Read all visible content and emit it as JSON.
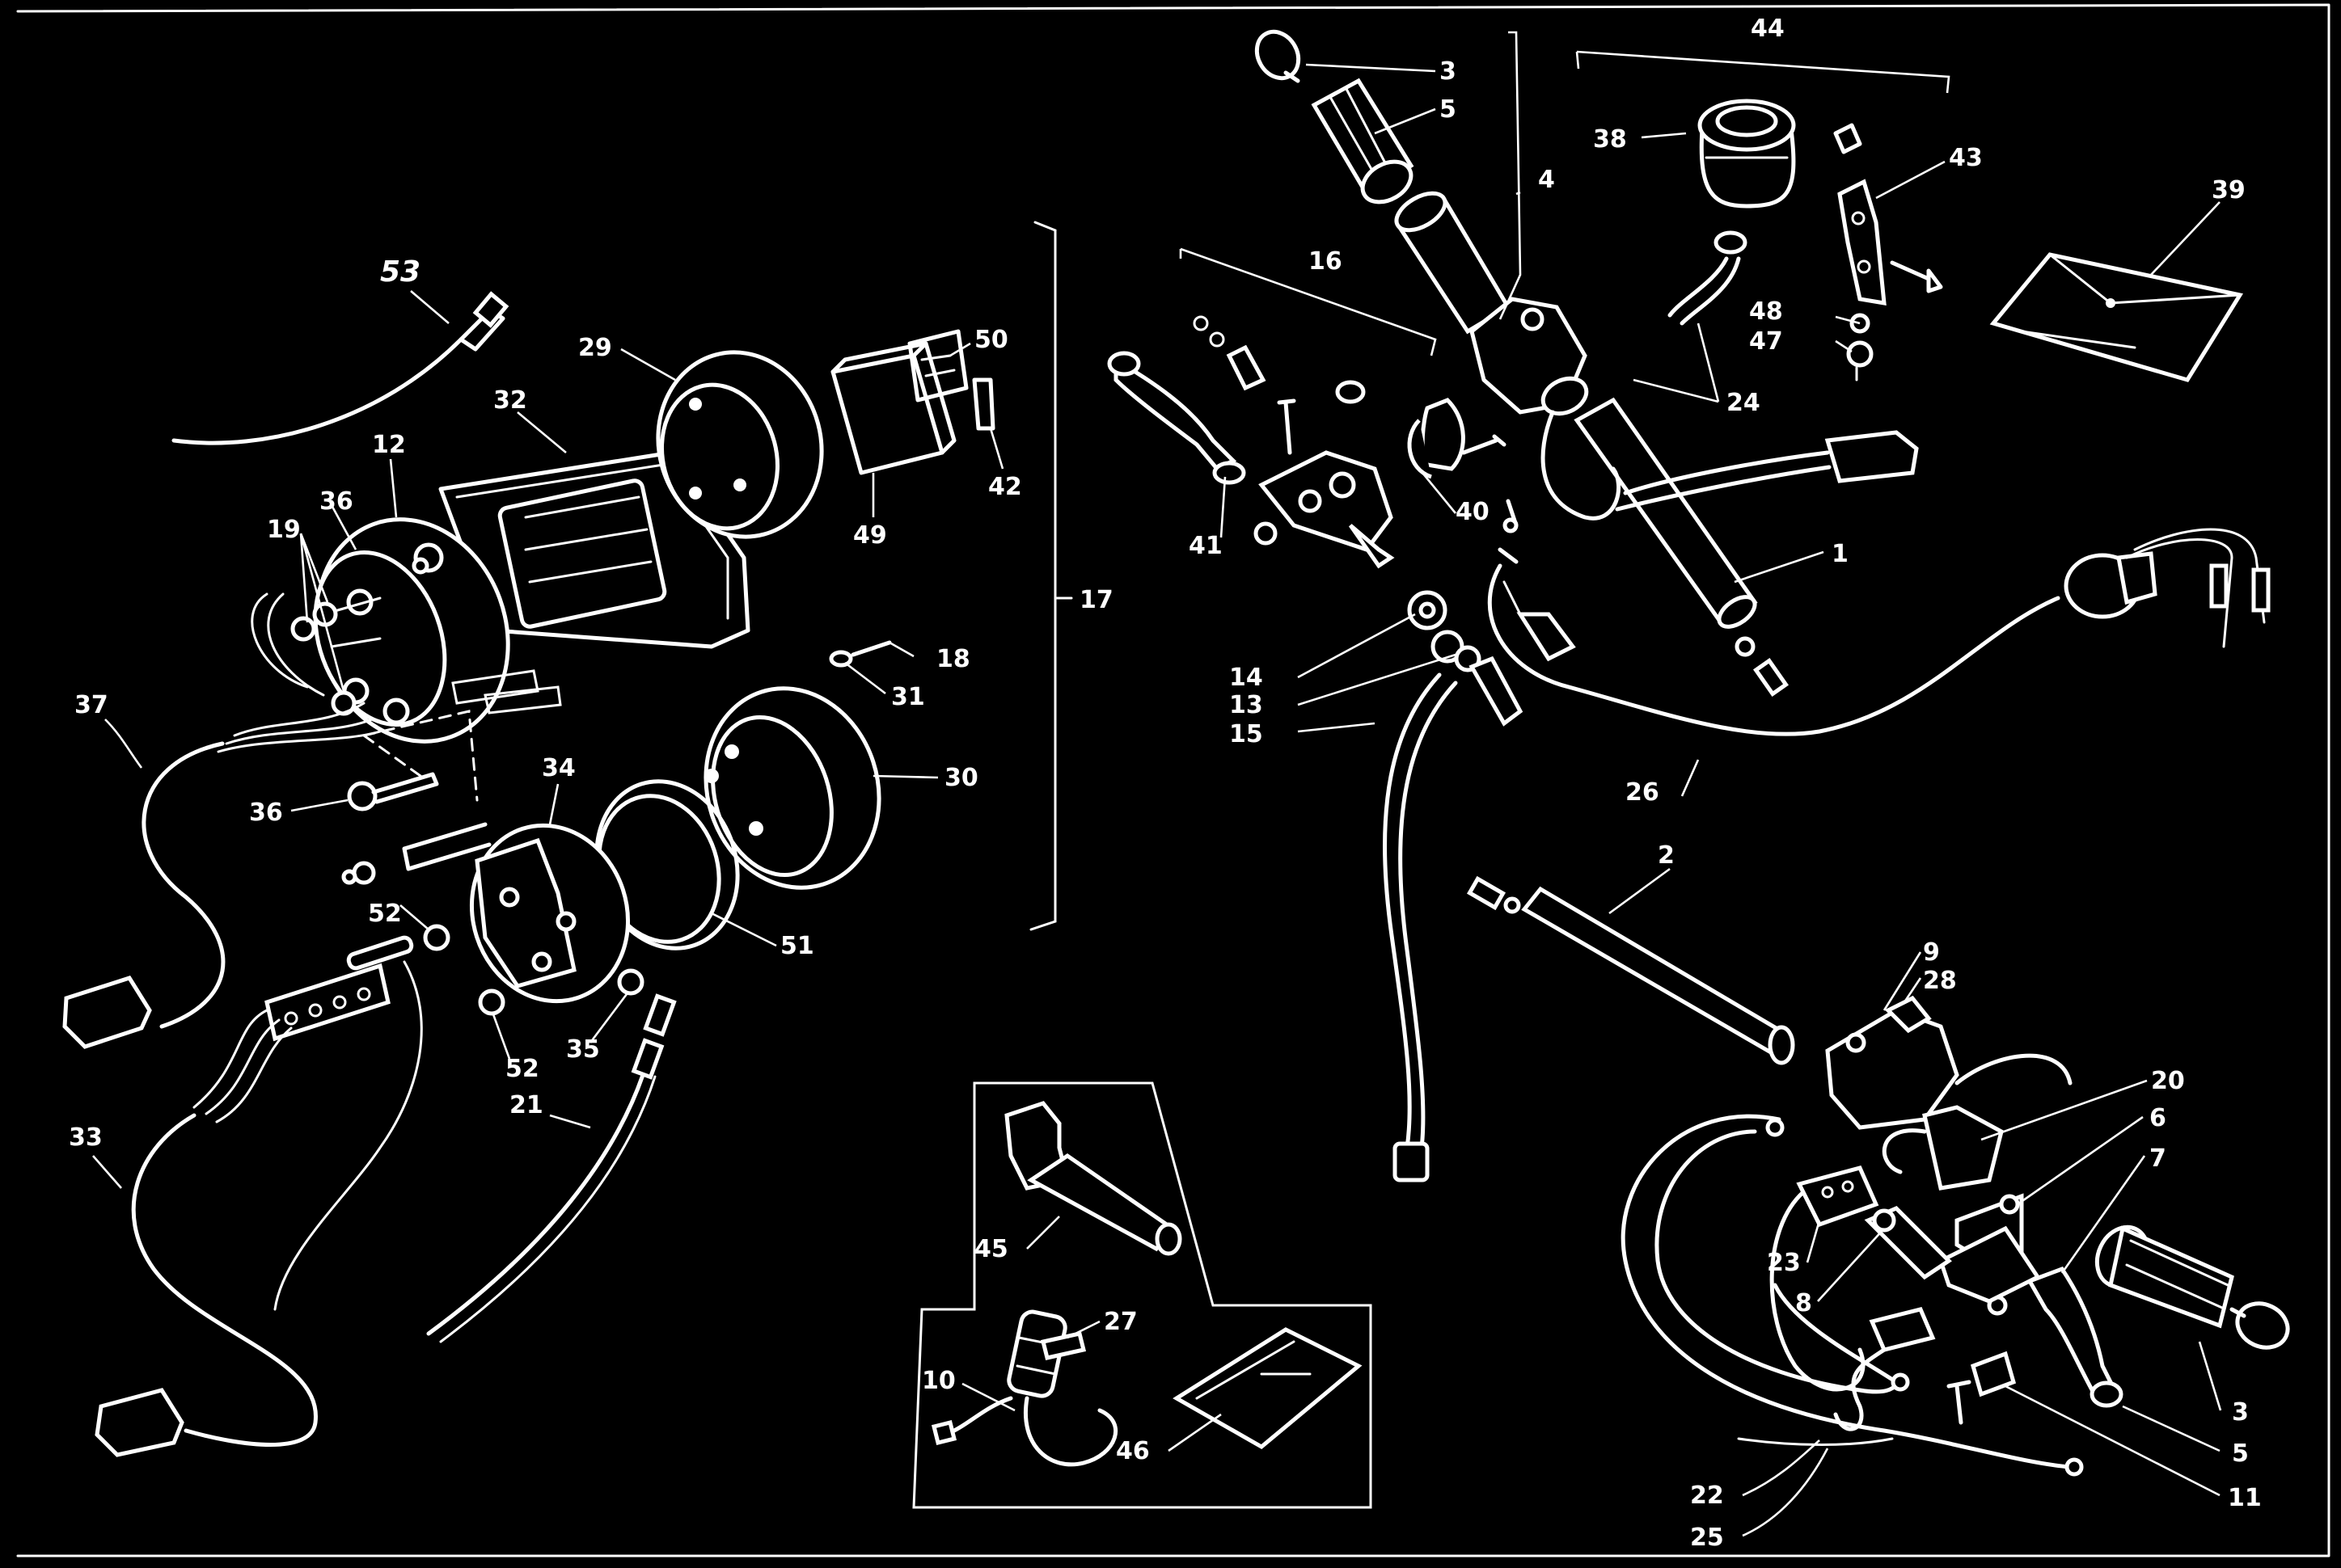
{
  "callouts": [
    {
      "id": "c53",
      "text": "53"
    },
    {
      "id": "c32",
      "text": "32"
    },
    {
      "id": "c29",
      "text": "29"
    },
    {
      "id": "c50",
      "text": "50"
    },
    {
      "id": "c42",
      "text": "42"
    },
    {
      "id": "c49",
      "text": "49"
    },
    {
      "id": "c12",
      "text": "12"
    },
    {
      "id": "c36a",
      "text": "36"
    },
    {
      "id": "c19",
      "text": "19"
    },
    {
      "id": "c17",
      "text": "17"
    },
    {
      "id": "c18",
      "text": "18"
    },
    {
      "id": "c31",
      "text": "31"
    },
    {
      "id": "c37",
      "text": "37"
    },
    {
      "id": "c34",
      "text": "34"
    },
    {
      "id": "c30",
      "text": "30"
    },
    {
      "id": "c36b",
      "text": "36"
    },
    {
      "id": "c52a",
      "text": "52"
    },
    {
      "id": "c51",
      "text": "51"
    },
    {
      "id": "c52b",
      "text": "52"
    },
    {
      "id": "c35",
      "text": "35"
    },
    {
      "id": "c21",
      "text": "21"
    },
    {
      "id": "c33",
      "text": "33"
    },
    {
      "id": "c3a",
      "text": "3"
    },
    {
      "id": "c5a",
      "text": "5"
    },
    {
      "id": "c4",
      "text": "4"
    },
    {
      "id": "c44",
      "text": "44"
    },
    {
      "id": "c38",
      "text": "38"
    },
    {
      "id": "c43",
      "text": "43"
    },
    {
      "id": "c39",
      "text": "39"
    },
    {
      "id": "c16",
      "text": "16"
    },
    {
      "id": "c48",
      "text": "48"
    },
    {
      "id": "c47",
      "text": "47"
    },
    {
      "id": "c24",
      "text": "24"
    },
    {
      "id": "c41",
      "text": "41"
    },
    {
      "id": "c40",
      "text": "40"
    },
    {
      "id": "c1",
      "text": "1"
    },
    {
      "id": "c14",
      "text": "14"
    },
    {
      "id": "c13",
      "text": "13"
    },
    {
      "id": "c15",
      "text": "15"
    },
    {
      "id": "c26",
      "text": "26"
    },
    {
      "id": "c2",
      "text": "2"
    },
    {
      "id": "c9",
      "text": "9"
    },
    {
      "id": "c28",
      "text": "28"
    },
    {
      "id": "c20",
      "text": "20"
    },
    {
      "id": "c6",
      "text": "6"
    },
    {
      "id": "c7",
      "text": "7"
    },
    {
      "id": "c23",
      "text": "23"
    },
    {
      "id": "c8",
      "text": "8"
    },
    {
      "id": "c45",
      "text": "45"
    },
    {
      "id": "c27",
      "text": "27"
    },
    {
      "id": "c10",
      "text": "10"
    },
    {
      "id": "c46",
      "text": "46"
    },
    {
      "id": "c3b",
      "text": "3"
    },
    {
      "id": "c5b",
      "text": "5"
    },
    {
      "id": "c22",
      "text": "22"
    },
    {
      "id": "c11",
      "text": "11"
    },
    {
      "id": "c25",
      "text": "25"
    }
  ]
}
